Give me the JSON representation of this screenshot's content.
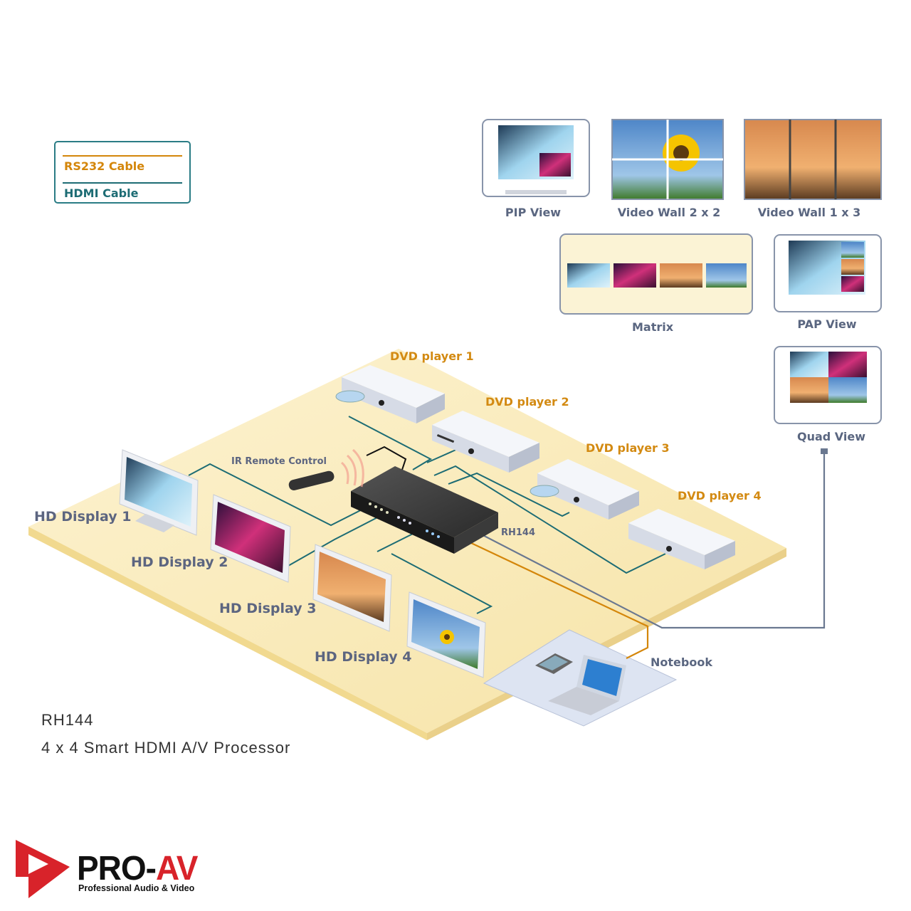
{
  "legend": {
    "rs232": "RS232 Cable",
    "hdmi": "HDMI Cable"
  },
  "views": {
    "pip": "PIP View",
    "wall2x2": "Video Wall 2 x 2",
    "wall1x3": "Video Wall 1 x 3",
    "matrix": "Matrix",
    "pap": "PAP View",
    "quad": "Quad View"
  },
  "sources": [
    "DVD player 1",
    "DVD player 2",
    "DVD player 3",
    "DVD player 4"
  ],
  "displays": [
    "HD Display 1",
    "HD Display 2",
    "HD Display 3",
    "HD Display 4"
  ],
  "devices": {
    "remote": "IR Remote Control",
    "processor": "RH144",
    "notebook": "Notebook"
  },
  "caption": {
    "model": "RH144",
    "description": "4 x 4 Smart HDMI A/V Processor"
  },
  "logo": {
    "brand_main": "PRO-",
    "brand_accent": "AV",
    "tagline": "Professional Audio & Video"
  },
  "colors": {
    "hdmi": "#1d6c74",
    "rs232": "#d4860a",
    "platform": "#fbeec0",
    "brand": "#d8232a"
  }
}
